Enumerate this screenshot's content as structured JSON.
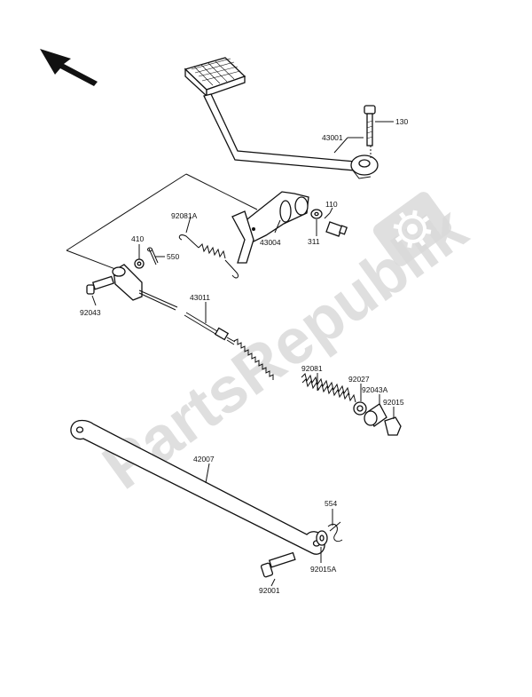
{
  "diagram": {
    "watermark_text": "PartsRepublik",
    "orientation_arrow_icon": "front-direction-arrow",
    "watermark_icon": "gear-icon",
    "labels": {
      "p130": "130",
      "p43001": "43001",
      "p110": "110",
      "p92081A": "92081A",
      "p311": "311",
      "p43004": "43004",
      "p410": "410",
      "p550": "550",
      "p92043": "92043",
      "p43011": "43011",
      "p92081": "92081",
      "p92027": "92027",
      "p92043A": "92043A",
      "p92015": "92015",
      "p42007": "42007",
      "p554": "554",
      "p92015A": "92015A",
      "p92001": "92001"
    }
  }
}
